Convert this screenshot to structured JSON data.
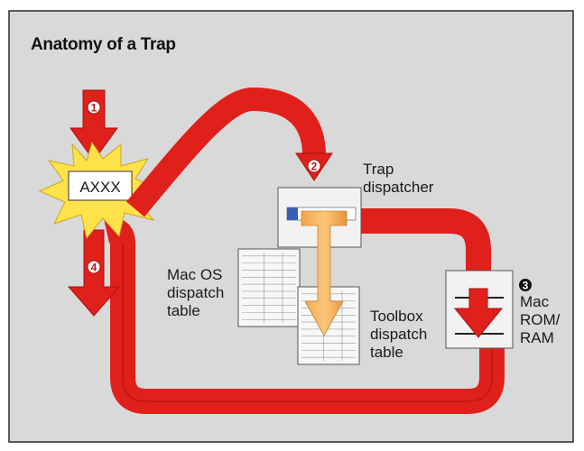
{
  "title": "Anatomy of a Trap",
  "trap_word": "AXXX",
  "steps": [
    "1",
    "2",
    "3",
    "4"
  ],
  "labels": {
    "trap_dispatcher": [
      "Trap",
      "dispatcher"
    ],
    "macos_table": [
      "Mac OS",
      "dispatch",
      "table"
    ],
    "toolbox_table": [
      "Toolbox",
      "dispatch",
      "table"
    ],
    "rom_ram": [
      "Mac",
      "ROM/",
      "RAM"
    ]
  },
  "colors": {
    "background": "#d9d9d9",
    "frame": "#2a2a2a",
    "arrow_red": "#e0201b",
    "arrow_dark": "#a8120f",
    "burst_yellow": "#ffe14a",
    "orange_arrow": "#f6b25a",
    "text": "#1a1a1a"
  }
}
